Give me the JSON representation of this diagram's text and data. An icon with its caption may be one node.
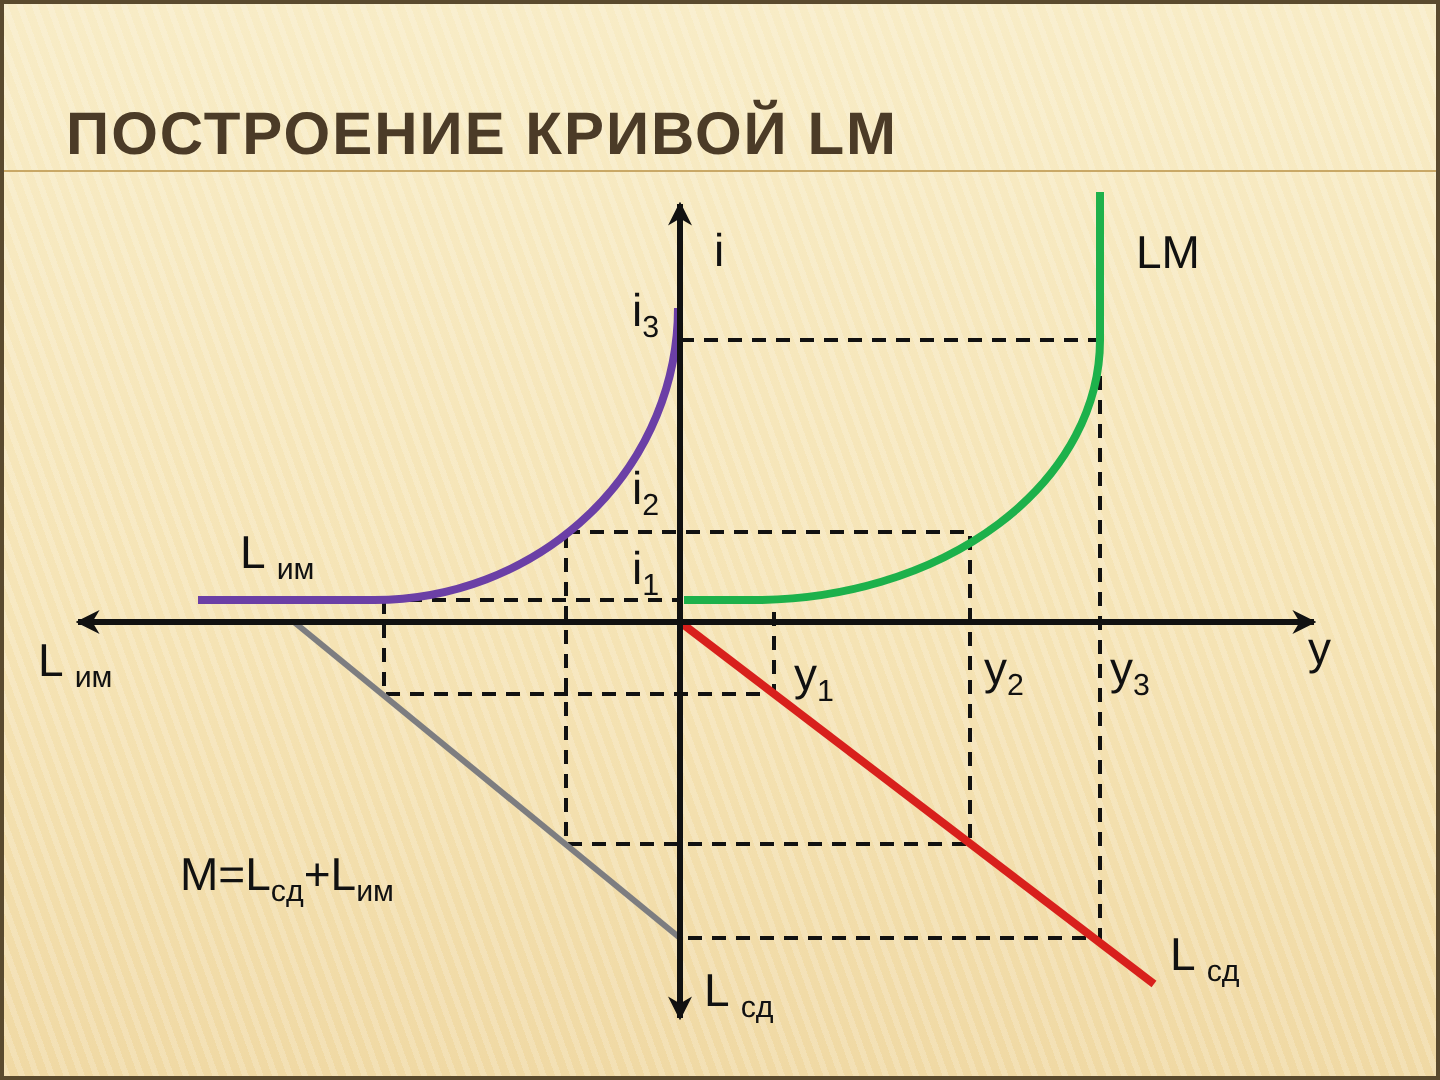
{
  "diagram": {
    "title": "ПОСТРОЕНИЕ КРИВОЙ LM",
    "labels": [
      "i",
      "LM",
      "i$_{3}$",
      "i$_{2}$",
      "L $_{им}$",
      "i$_{1}$",
      "L $_{им}$",
      "y$_{1}$",
      "y$_{2}$",
      "y$_{3}$",
      "y",
      "M=L$_{сд}$+L$_{им}$",
      "L $_{сд}$",
      "L $_{сд}$"
    ]
  }
}
